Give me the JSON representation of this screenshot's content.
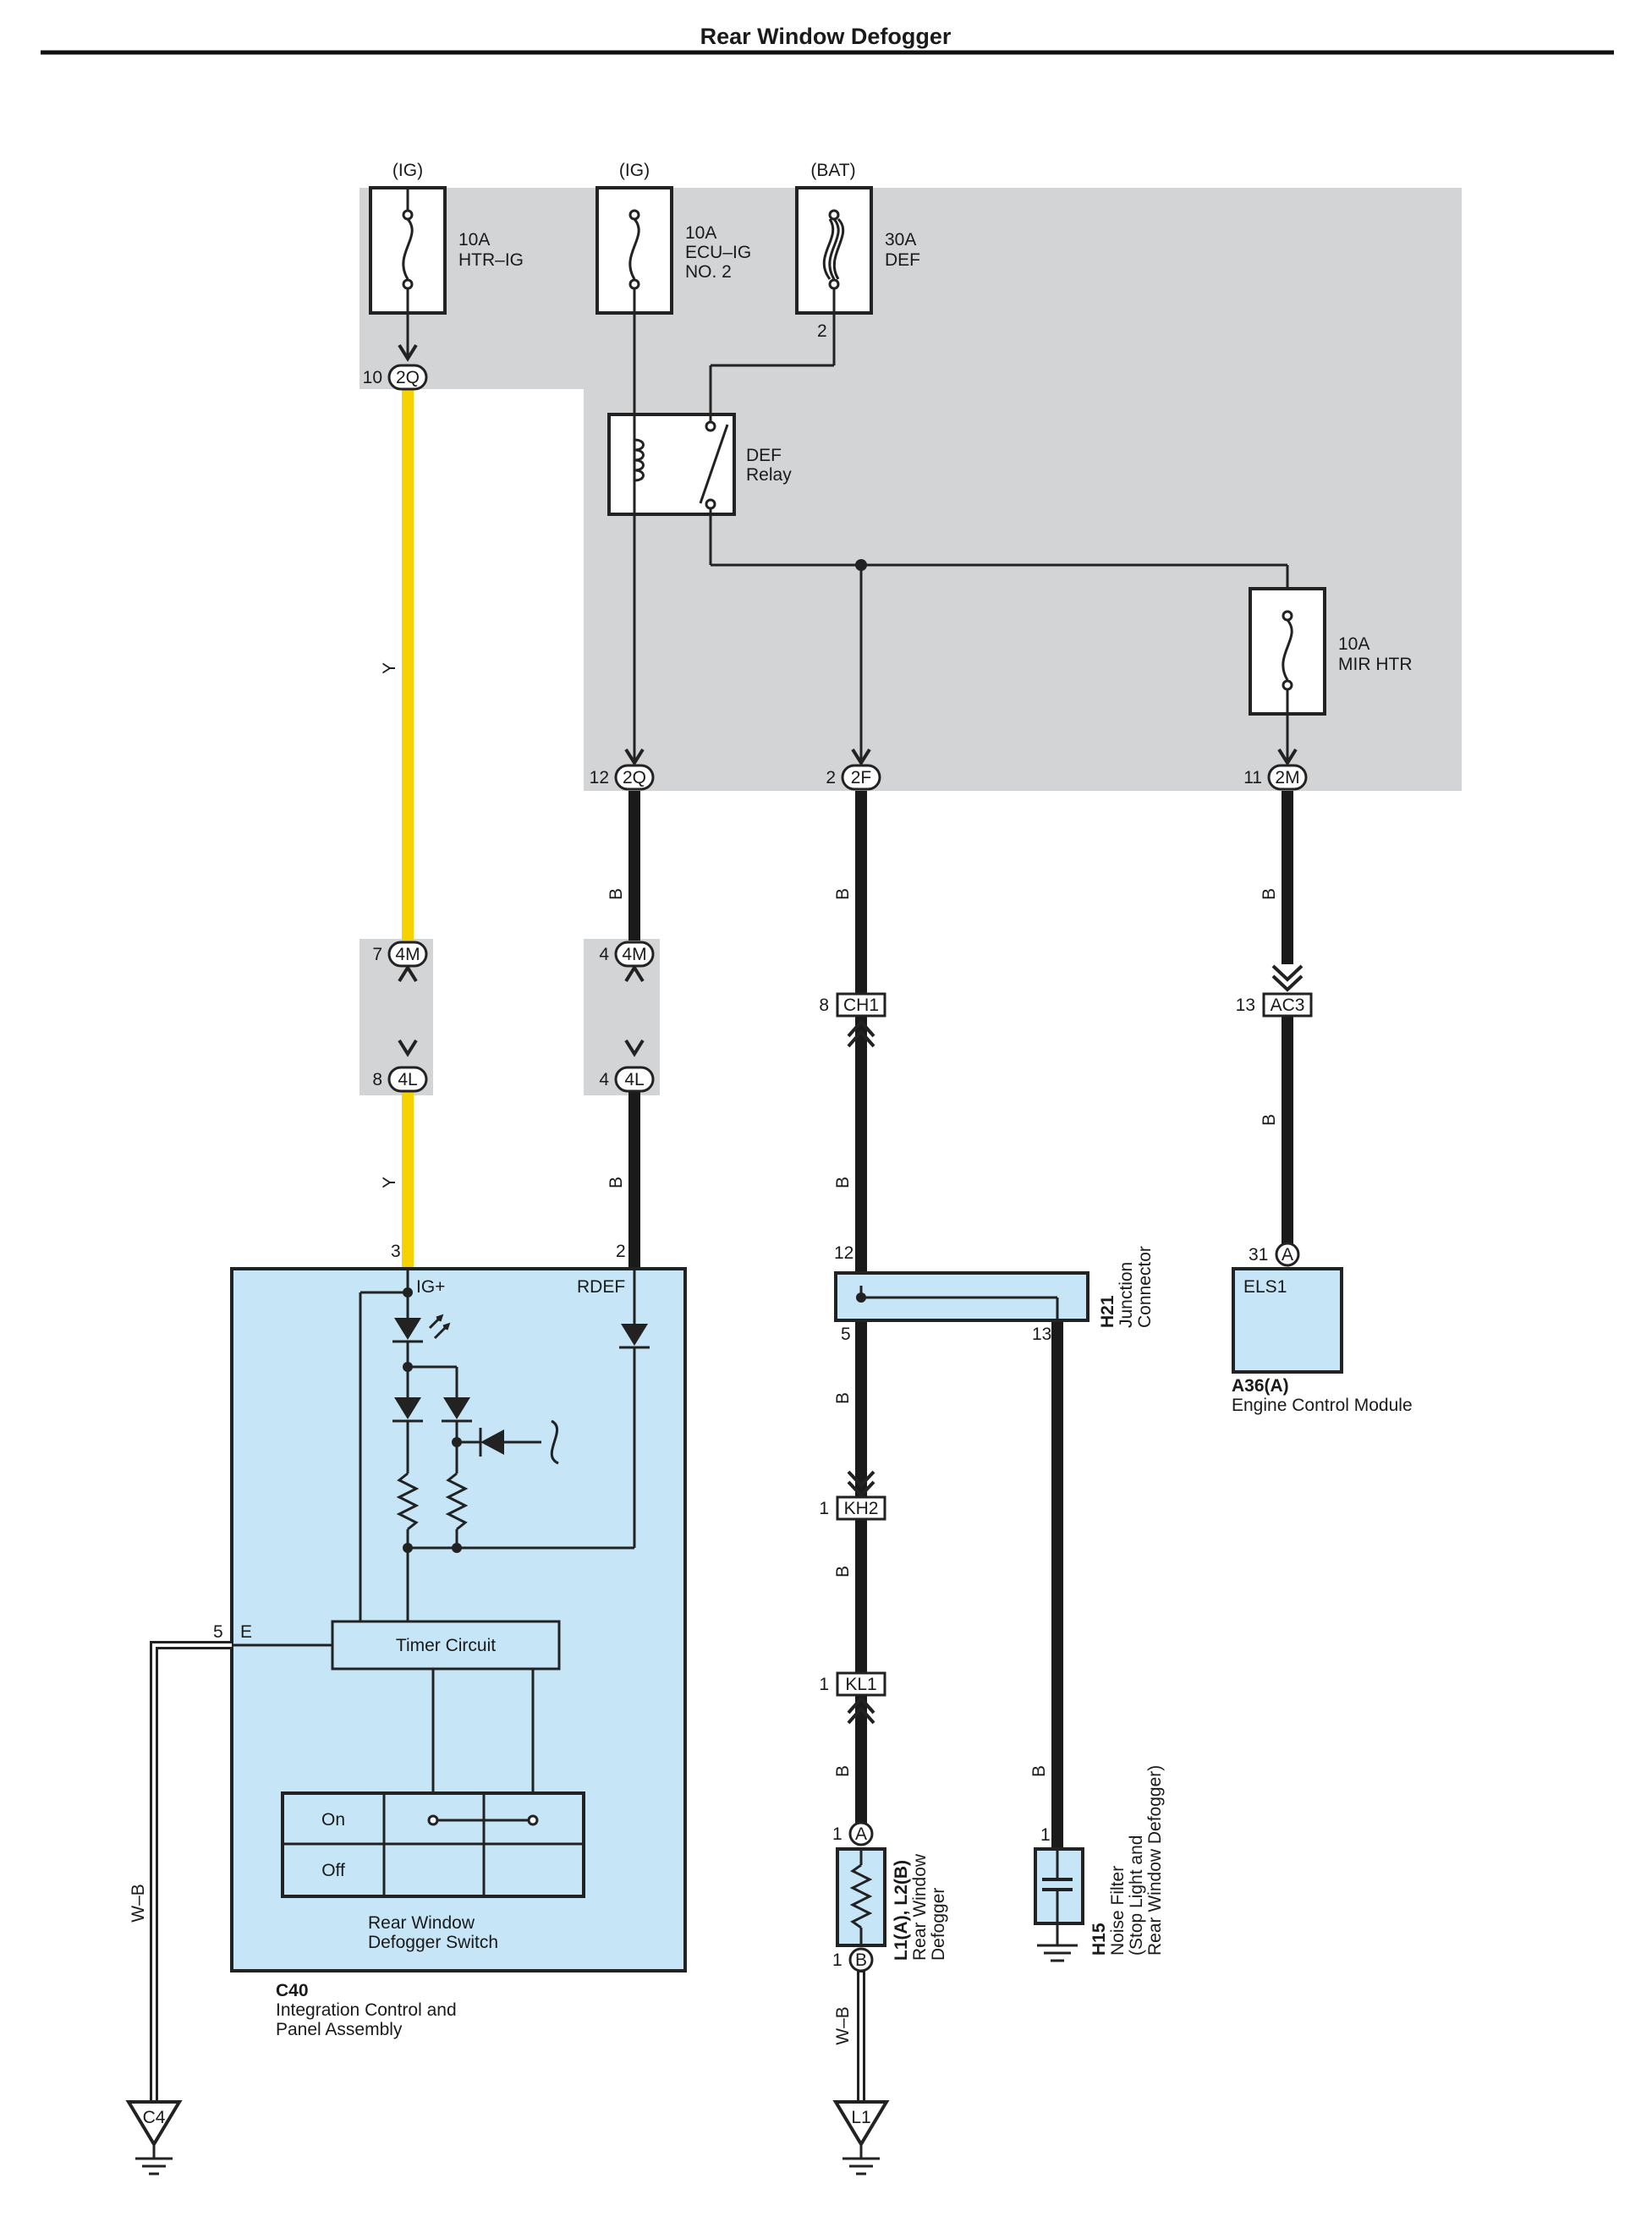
{
  "title": "Rear Window Defogger",
  "colors": {
    "shade": "#d3d4d6",
    "component_fill": "#c6e6f7",
    "wire_yellow": "#f5d200",
    "wire_black": "#1a1a1a"
  },
  "power_sources": [
    "(IG)",
    "(IG)",
    "(BAT)"
  ],
  "fuses": [
    {
      "lines": [
        "10A",
        "HTR–IG"
      ]
    },
    {
      "lines": [
        "10A",
        "ECU–IG",
        "NO. 2"
      ]
    },
    {
      "lines": [
        "30A",
        "DEF"
      ]
    },
    {
      "lines": [
        "10A",
        "MIR HTR"
      ]
    }
  ],
  "relay": {
    "lines": [
      "DEF",
      "Relay"
    ]
  },
  "connectors": [
    {
      "pin": "10",
      "code": "2Q"
    },
    {
      "pin": "12",
      "code": "2Q"
    },
    {
      "pin": "2",
      "code": "2F"
    },
    {
      "pin": "11",
      "code": "2M"
    },
    {
      "pin": "7",
      "code": "4M"
    },
    {
      "pin": "4",
      "code": "4M"
    },
    {
      "pin": "8",
      "code": "4L"
    },
    {
      "pin": "4",
      "code": "4L"
    },
    {
      "pin": "8",
      "code": "CH1"
    },
    {
      "pin": "13",
      "code": "AC3"
    },
    {
      "pin": "1",
      "code": "KH2"
    },
    {
      "pin": "1",
      "code": "KL1"
    }
  ],
  "misc_pins": {
    "def_fuse_pin": "2",
    "switch_pin_ig": "3",
    "switch_pin_rdef": "2",
    "switch_pin_e": "5",
    "jc_in": "12",
    "jc_out1": "5",
    "jc_out2": "13",
    "ecm_pin": "31",
    "ecm_pin_letter": "A",
    "defogger_pin_a": "1",
    "defogger_letter_a": "A",
    "defogger_pin_b": "1",
    "defogger_letter_b": "B",
    "filter_pin": "1"
  },
  "wire_colors": {
    "y1": "Y",
    "y2": "Y",
    "b1": "B",
    "b2": "B",
    "b3": "B",
    "b4": "B",
    "b5": "B",
    "b6": "B",
    "b7": "B",
    "b8": "B",
    "b9": "B",
    "b10": "B",
    "wb1": "W–B",
    "wb2": "W–B"
  },
  "switch_assembly": {
    "terminal_ig": "IG+",
    "terminal_rdef": "RDEF",
    "terminal_e": "E",
    "timer": "Timer Circuit",
    "on": "On",
    "off": "Off",
    "switch_name": [
      "Rear Window",
      "Defogger Switch"
    ],
    "code": "C40",
    "name": [
      "Integration Control and",
      "Panel Assembly"
    ]
  },
  "junction": {
    "code": "H21",
    "name": [
      "Junction",
      "Connector"
    ]
  },
  "ecm": {
    "label": "ELS1",
    "code": "A36(A)",
    "name": "Engine Control Module"
  },
  "defogger": {
    "code": "L1(A), L2(B)",
    "name": [
      "Rear Window",
      "Defogger"
    ]
  },
  "noise_filter": {
    "code": "H15",
    "name": [
      "Noise Filter",
      "(Stop Light and",
      "Rear Window Defogger)"
    ]
  },
  "grounds": [
    "C4",
    "L1"
  ]
}
